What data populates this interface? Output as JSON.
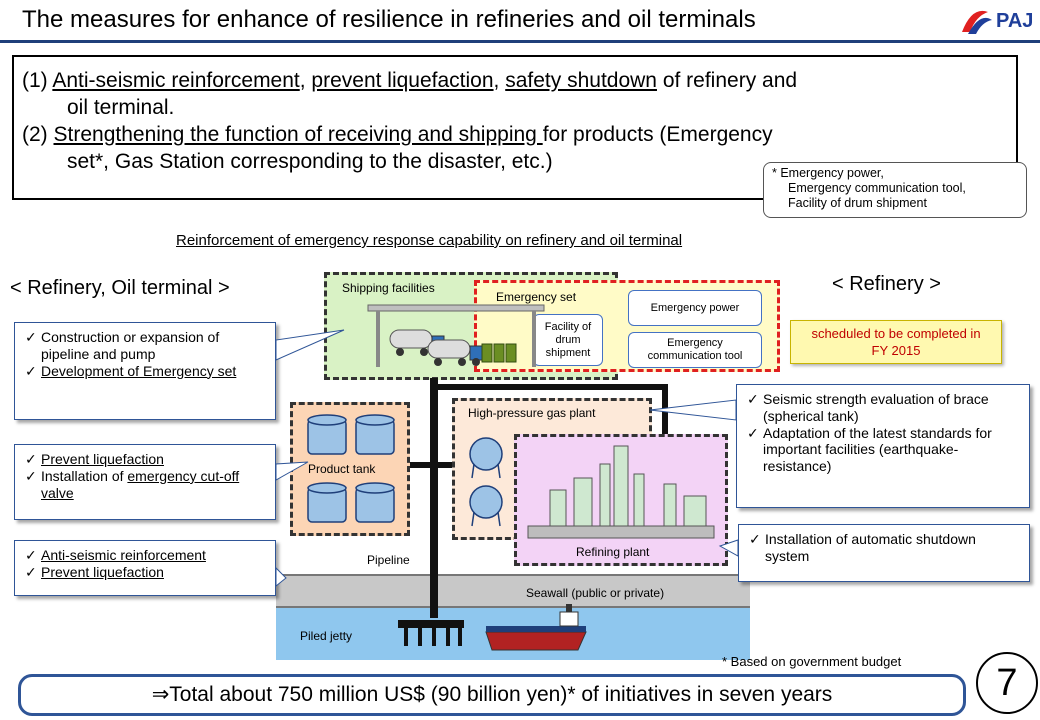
{
  "slide": {
    "title": "The measures for enhance of resilience in refineries and oil terminals",
    "logo_text": "PAJ",
    "page_number": "7"
  },
  "summary": {
    "line1_prefix": "(1) ",
    "line1_u1": "Anti-seismic reinforcement",
    "line1_sep1": ", ",
    "line1_u2": "prevent liquefaction",
    "line1_sep2": ", ",
    "line1_u3": "safety shutdown",
    "line1_suffix": " of refinery and",
    "line1_cont": "oil terminal.",
    "line2_prefix": "(2) ",
    "line2_u1": "Strengthening the function of receiving and shipping ",
    "line2_suffix": "for products (Emergency",
    "line2_cont": "set*, Gas Station corresponding to the disaster, etc.)"
  },
  "note_emergency": {
    "line1": "* Emergency power,",
    "line2": "Emergency communication tool,",
    "line3": "Facility of drum shipment"
  },
  "subtitle": "Reinforcement of emergency response capability on refinery and oil terminal",
  "section_left": "< Refinery, Oil terminal >",
  "section_right": "< Refinery >",
  "schedule_note": "scheduled to be completed in FY 2015",
  "callouts": {
    "c1": {
      "item1": "Construction or expansion of pipeline and pump",
      "item2": "Development of Emergency set"
    },
    "c2": {
      "item1": "Prevent liquefaction",
      "item2_prefix": "Installation of ",
      "item2_u": "emergency cut-off valve"
    },
    "c3": {
      "item1": "Anti-seismic reinforcement",
      "item2": "Prevent liquefaction"
    },
    "c4": {
      "item1": "Seismic strength evaluation of brace (spherical tank)",
      "item2": "Adaptation of the latest standards for important facilities (earthquake-resistance)"
    },
    "c5": {
      "item1": "Installation of automatic shutdown system"
    }
  },
  "diagram": {
    "shipping_facilities": "Shipping facilities",
    "emergency_set": "Emergency set",
    "drum_shipment": "Facility of drum shipment",
    "emergency_power": "Emergency power",
    "emergency_comm": "Emergency communication tool",
    "product_tank": "Product tank",
    "high_pressure_gas_plant": "High-pressure gas plant",
    "refining_plant": "Refining plant",
    "pipeline": "Pipeline",
    "seawall": "Seawall (public or private)",
    "piled_jetty": "Piled jetty"
  },
  "footer": {
    "budget_note": "* Based on government budget",
    "total": "⇒Total about 750 million US$ (90 billion yen)* of initiatives in seven years"
  },
  "colors": {
    "title_rule": "#1f3f7a",
    "shipping_bg": "#d9f2c5",
    "emergency_bg": "#fffbc7",
    "tank_bg": "#fcd5b5",
    "gas_bg": "#fde9d9",
    "refining_bg": "#f3d3f6",
    "sea": "#8fc7ee",
    "footer_border": "#2f5597",
    "schedule_bg": "#fff9b0",
    "red_dash": "#e02020"
  }
}
